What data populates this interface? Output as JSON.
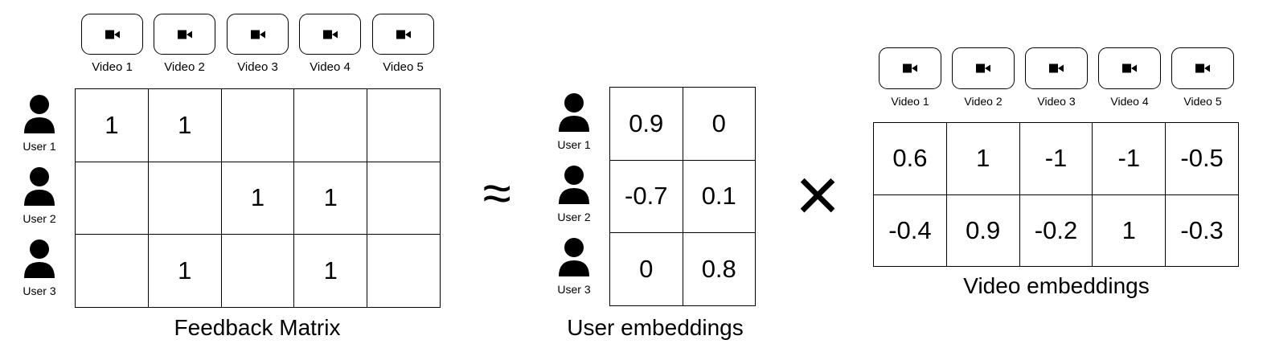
{
  "feedback": {
    "videos": [
      "Video 1",
      "Video 2",
      "Video 3",
      "Video 4",
      "Video 5"
    ],
    "users": [
      "User 1",
      "User 2",
      "User 3"
    ],
    "cells": [
      [
        "1",
        "1",
        "",
        "",
        ""
      ],
      [
        "",
        "",
        "1",
        "1",
        ""
      ],
      [
        "",
        "1",
        "",
        "1",
        ""
      ]
    ],
    "caption": "Feedback Matrix"
  },
  "approx_symbol": "≈",
  "user_embeddings": {
    "users": [
      "User 1",
      "User 2",
      "User 3"
    ],
    "cells": [
      [
        "0.9",
        "0"
      ],
      [
        "-0.7",
        "0.1"
      ],
      [
        "0",
        "0.8"
      ]
    ],
    "caption": "User embeddings"
  },
  "times_symbol": "×",
  "video_embeddings": {
    "videos": [
      "Video 1",
      "Video 2",
      "Video 3",
      "Video 4",
      "Video 5"
    ],
    "cells": [
      [
        "0.6",
        "1",
        "-1",
        "-1",
        "-0.5"
      ],
      [
        "-0.4",
        "0.9",
        "-0.2",
        "1",
        "-0.3"
      ]
    ],
    "caption": "Video embeddings"
  },
  "icons": {
    "video": "video-camera-icon",
    "user": "person-icon"
  }
}
